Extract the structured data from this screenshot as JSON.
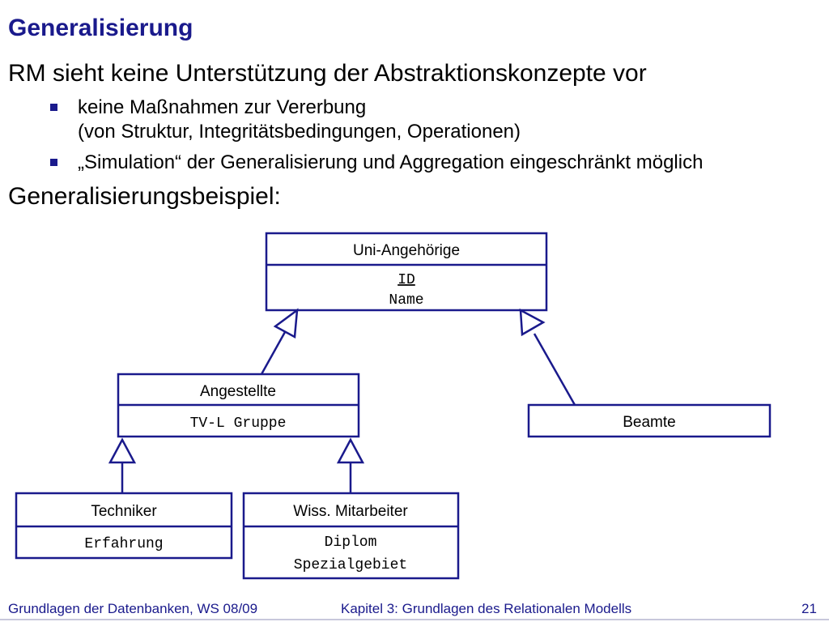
{
  "slide": {
    "title": "Generalisierung",
    "points": [
      "RM sieht keine Unterstützung der Abstraktionskonzepte vor",
      "Generalisierungsbeispiel:"
    ],
    "bullets": [
      {
        "line1": "keine Maßnahmen zur Vererbung",
        "line2": "(von Struktur, Integritätsbedingungen, Operationen)"
      },
      {
        "line1": "„Simulation“ der Generalisierung und Aggregation eingeschränkt möglich"
      }
    ]
  },
  "diagram": {
    "classes": {
      "uni": {
        "name": "Uni-Angehörige",
        "attrs": [
          "ID",
          "Name"
        ]
      },
      "angestellte": {
        "name": "Angestellte",
        "attrs": [
          "TV-L Gruppe"
        ]
      },
      "beamte": {
        "name": "Beamte",
        "attrs": []
      },
      "techniker": {
        "name": "Techniker",
        "attrs": [
          "Erfahrung"
        ]
      },
      "wiss": {
        "name": "Wiss. Mitarbeiter",
        "attrs": [
          "Diplom",
          "Spezialgebiet"
        ]
      }
    },
    "line_color": "#1a1a8c"
  },
  "footer": {
    "course": "Grundlagen der Datenbanken, WS 08/09",
    "chapter": "Kapitel 3: Grundlagen des Relationalen Modells",
    "page": "21"
  }
}
